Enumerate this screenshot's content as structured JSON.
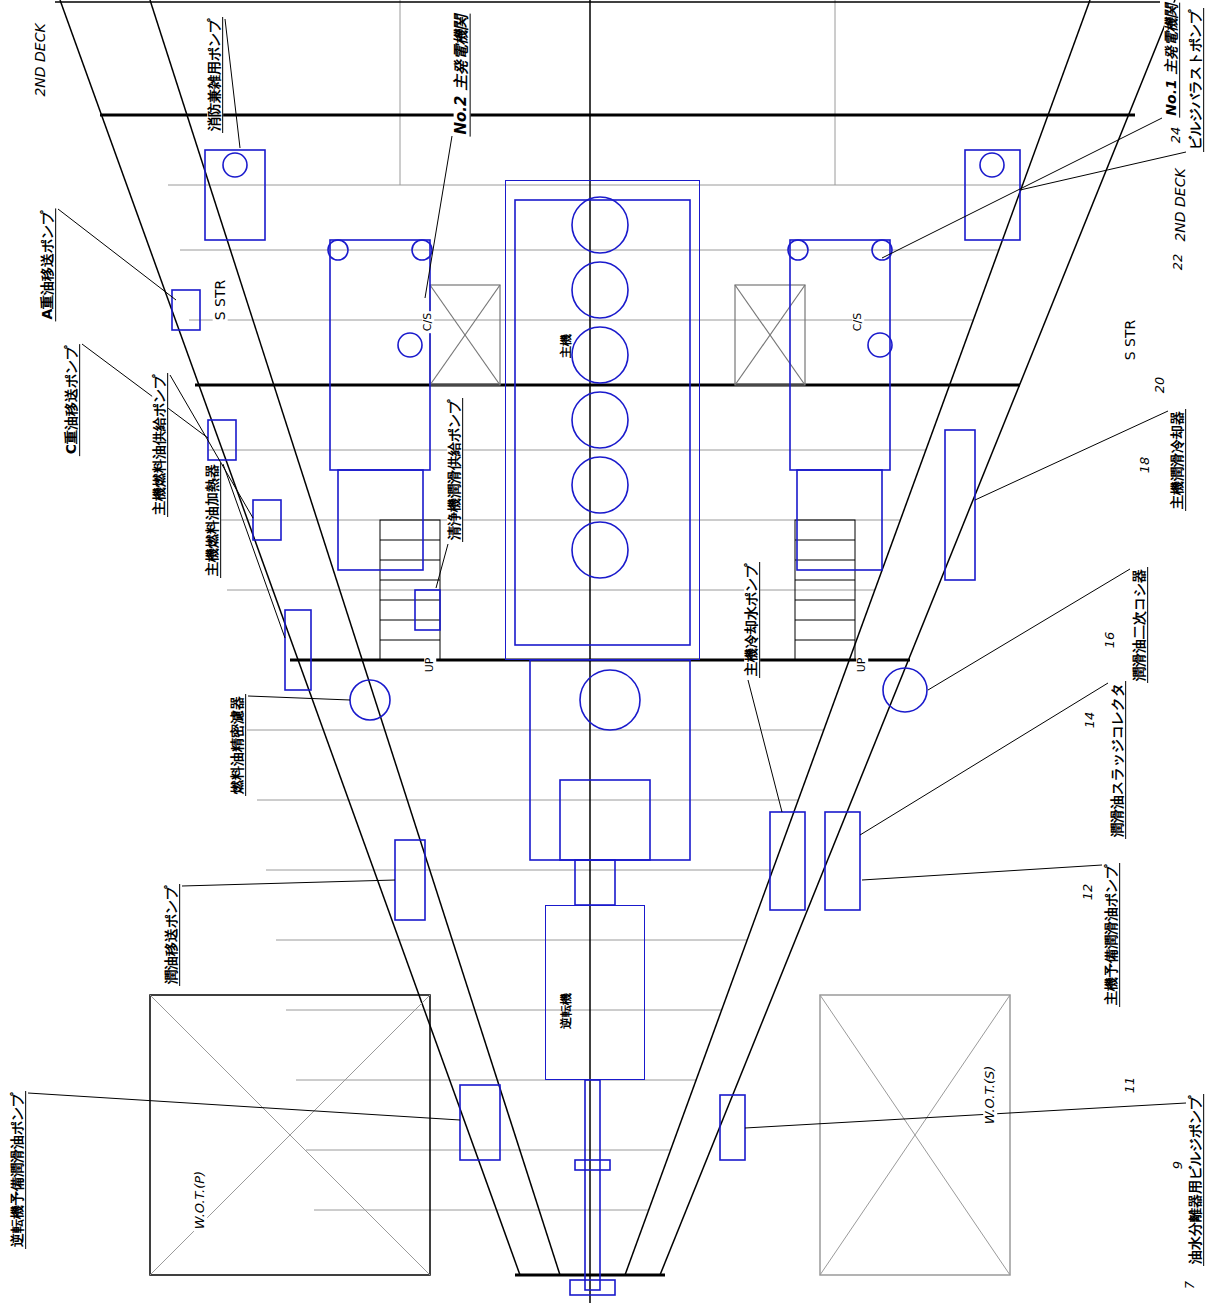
{
  "diagram": {
    "nodes": [
      {
        "text": [
          "主機"
        ]
      },
      {
        "text": [
          "逆転機"
        ]
      }
    ],
    "labels": [
      "2ND DECK",
      "2ND DECK",
      "S STR",
      "S STR",
      "消防兼雑用ポンプ",
      "No.2 主発電機関",
      "A重油移送ポンプ",
      "C重油移送ポンプ",
      "主機燃料油供給ポンプ",
      "主機燃料油加熱器",
      "清浄機潤滑供給ポンプ",
      "燃料油精密濾器",
      "潤油移送ポンプ",
      "逆転機予備潤滑油ポンプ",
      "W.O.T.(P)",
      "No.1 主発電機関",
      "ビルジバラストポンプ",
      "主機潤滑冷却器",
      "潤滑油二次コシ器",
      "潤滑油スラッジコレクタ",
      "主機冷却水ポンプ",
      "主機予備潤滑油ポンプ",
      "W.O.T.(S)",
      "油水分離器用ビルジポンプ",
      "C/S",
      "C/S",
      "UP",
      "UP",
      "24",
      "22",
      "20",
      "18",
      "16",
      "14",
      "12",
      "11",
      "9",
      "7"
    ]
  }
}
